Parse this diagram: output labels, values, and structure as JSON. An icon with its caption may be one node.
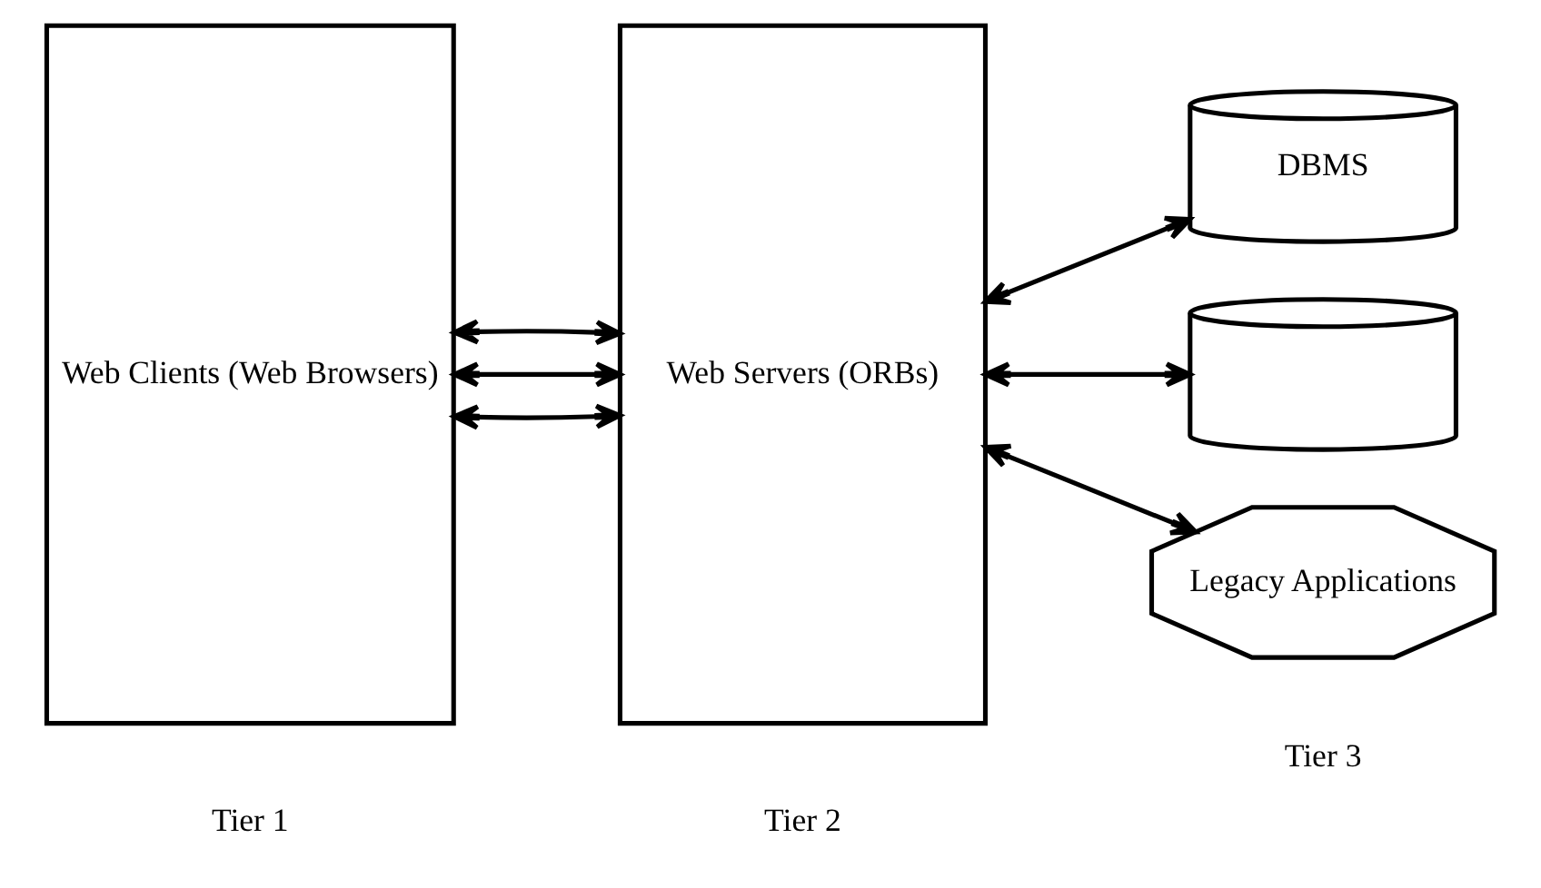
{
  "diagram": {
    "nodes": [
      {
        "text": [
          "Web Clients (Web Browsers)"
        ]
      },
      {
        "text": [
          "Web Servers (ORBs)"
        ]
      },
      {
        "text": [
          "DBMS"
        ]
      },
      {
        "text": [],
        "shape": "cylinder"
      },
      {
        "text": [
          "Legacy Applications"
        ]
      }
    ],
    "edges": [
      {
        "from": 0,
        "to": 1,
        "arrow": "both"
      },
      {
        "from": 0,
        "to": 1,
        "arrow": "both"
      },
      {
        "from": 0,
        "to": 1,
        "arrow": "both"
      },
      {
        "from": 1,
        "to": 2,
        "arrow": "both"
      },
      {
        "from": 1,
        "to": 3,
        "arrow": "both"
      },
      {
        "from": 1,
        "to": 4,
        "arrow": "both"
      }
    ],
    "labels": [
      "Tier 1",
      "Tier 2",
      "Tier 3"
    ]
  }
}
